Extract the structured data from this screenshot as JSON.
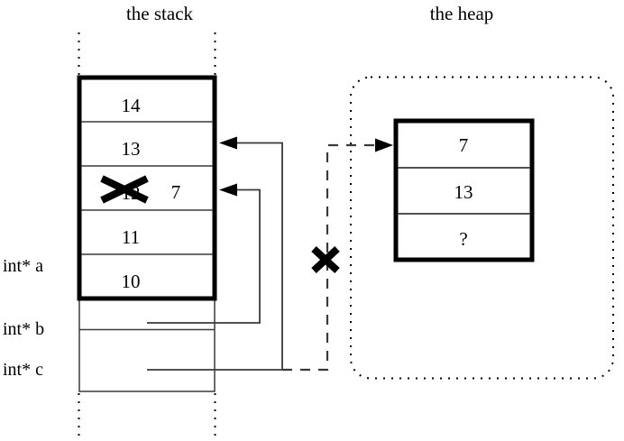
{
  "diagram": {
    "title_stack": "the stack",
    "title_heap": "the heap",
    "colors": {
      "ink": "#000000",
      "background": "#ffffff",
      "thin_line": "#3a3a3a"
    }
  },
  "stack": {
    "label": "the stack",
    "cells": [
      {
        "value": "14",
        "struck": false
      },
      {
        "value": "13",
        "struck": false
      },
      {
        "value": "12",
        "struck": true,
        "replacement": "7"
      },
      {
        "value": "11",
        "struck": false
      },
      {
        "value": "10",
        "struck": false
      }
    ],
    "variables": [
      {
        "name": "int* a",
        "slot": "value-cell"
      },
      {
        "name": "int* b",
        "slot": "pointer-cell"
      },
      {
        "name": "int* c",
        "slot": "pointer-cell"
      }
    ]
  },
  "heap": {
    "label": "the heap",
    "cells": [
      {
        "value": "7"
      },
      {
        "value": "13"
      },
      {
        "value": "?"
      }
    ]
  },
  "annotations": {
    "strike_marks": [
      {
        "name": "stack-value-strike",
        "target": "12"
      },
      {
        "name": "heap-pointer-strike",
        "target": "int* c -> heap"
      }
    ]
  },
  "pointers": [
    {
      "from": "int* b",
      "to": "stack-cell-12-7",
      "style": "solid"
    },
    {
      "from": "int* c",
      "to": "stack-cell-13",
      "style": "solid"
    },
    {
      "from": "int* c",
      "to": "heap-block",
      "style": "dashed",
      "invalidated": true
    }
  ]
}
